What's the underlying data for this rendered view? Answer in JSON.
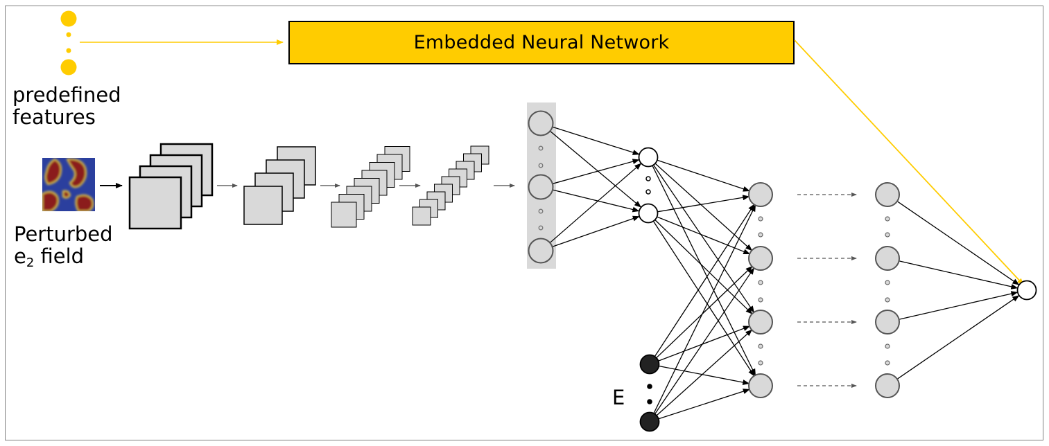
{
  "diagram": {
    "embedded_nn_label": "Embedded Neural Network",
    "predefined_features_line1": "predefined",
    "predefined_features_line2": "features",
    "perturbed_line1": "Perturbed",
    "perturbed_line2_prefix": "e",
    "perturbed_line2_sub": "2",
    "perturbed_line2_suffix": " field",
    "e_label": "E"
  },
  "colors": {
    "accent_yellow": "#ffcc00",
    "node_gray": "#d9d9d9",
    "node_dark": "#222222",
    "field_blue": "#2b3f9e",
    "field_red": "#8b1a1a"
  }
}
